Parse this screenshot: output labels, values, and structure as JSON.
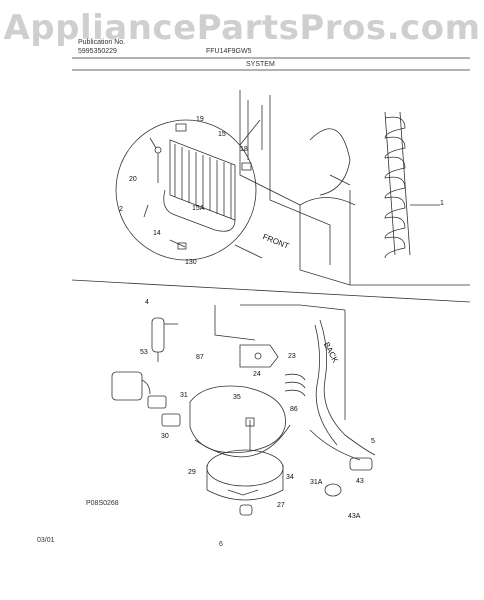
{
  "watermark": "AppliancePartsPros.com",
  "header": {
    "pub_label": "Publication No.",
    "pub_number": "5995350229",
    "model": "FFU14F9GW5",
    "section": "SYSTEM"
  },
  "top_callouts": [
    "19",
    "15",
    "18",
    "20",
    "2",
    "15A",
    "14",
    "130",
    "1"
  ],
  "front_label": "FRONT",
  "back_label": "BACK",
  "bottom_callouts": [
    "4",
    "53",
    "87",
    "23",
    "24",
    "31",
    "35",
    "86",
    "5",
    "30",
    "29",
    "34",
    "31A",
    "43",
    "27",
    "43A"
  ],
  "figure_code": "P08S0268",
  "date": "03/01",
  "page_number": "6"
}
